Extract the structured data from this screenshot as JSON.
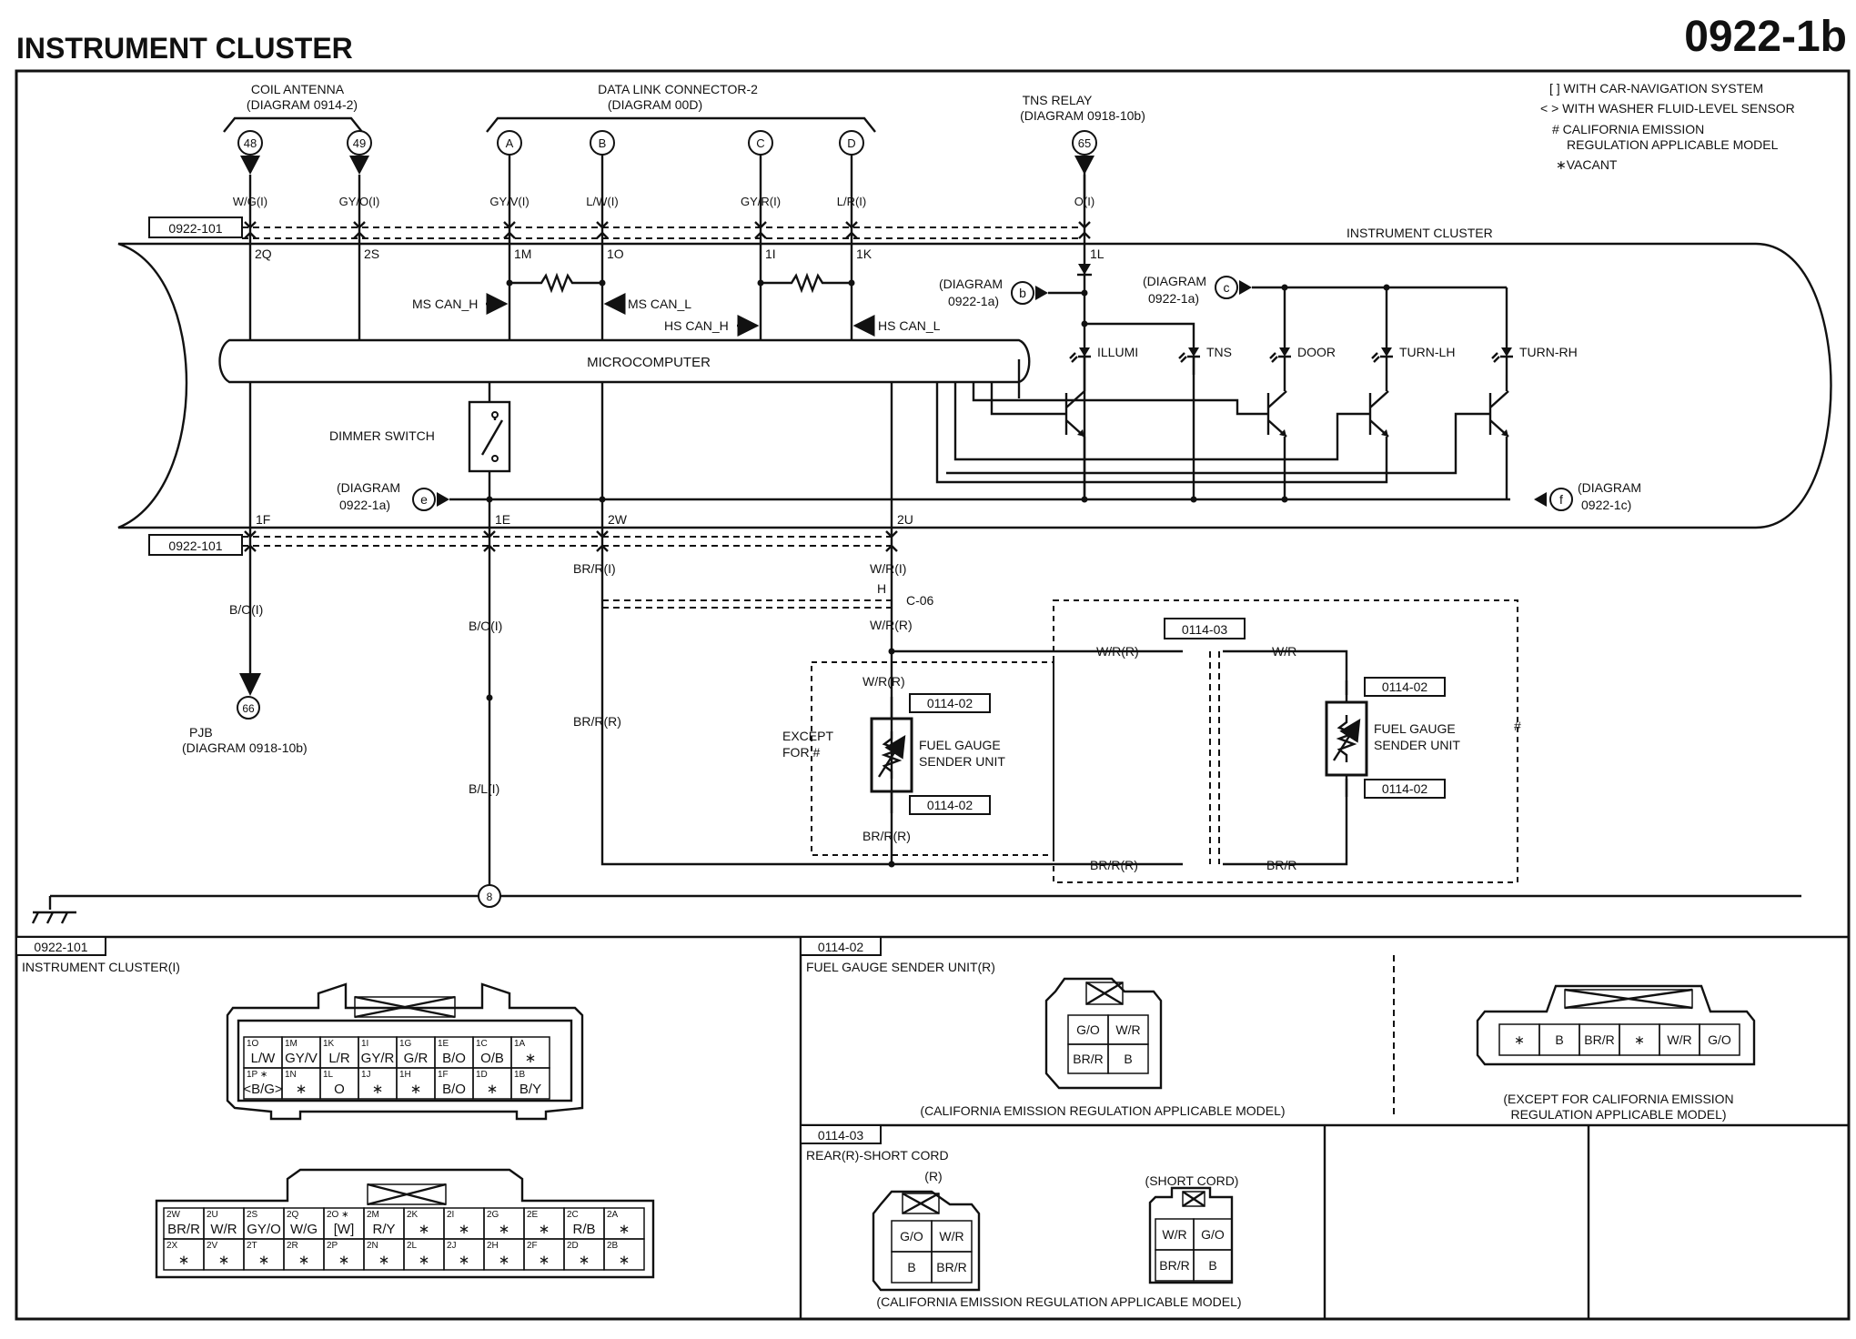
{
  "title": "INSTRUMENT CLUSTER",
  "page_number": "0922-1b",
  "legend": [
    "[ ] WITH CAR-NAVIGATION SYSTEM",
    "< > WITH WASHER FLUID-LEVEL SENSOR",
    "# CALIFORNIA EMISSION",
    "REGULATION APPLICABLE MODEL",
    "∗VACANT"
  ],
  "top_refs": {
    "coil_antenna": [
      "COIL ANTENNA",
      "(DIAGRAM 0914-2)"
    ],
    "dlc2": [
      "DATA LINK CONNECTOR-2",
      "(DIAGRAM 00D)"
    ],
    "tns_relay": [
      "TNS RELAY",
      "(DIAGRAM 0918-10b)"
    ]
  },
  "terminals_top": [
    {
      "sym": "48",
      "wire": "W/G(I)",
      "pin": "2Q"
    },
    {
      "sym": "49",
      "wire": "GY/O(I)",
      "pin": "2S"
    },
    {
      "sym": "A",
      "wire": "GY/V(I)",
      "pin": "1M"
    },
    {
      "sym": "B",
      "wire": "L/W(I)",
      "pin": "1O"
    },
    {
      "sym": "C",
      "wire": "GY/R(I)",
      "pin": "1I"
    },
    {
      "sym": "D",
      "wire": "L/R(I)",
      "pin": "1K"
    },
    {
      "sym": "65",
      "wire": "O(I)",
      "pin": "1L"
    }
  ],
  "connector_tag_cluster": "0922-101",
  "cluster_label": "INSTRUMENT CLUSTER",
  "microcomputer": "MICROCOMPUTER",
  "dimmer_switch": "DIMMER SWITCH",
  "can": {
    "ms_h": "MS CAN_H",
    "ms_l": "MS CAN_L",
    "hs_h": "HS CAN_H",
    "hs_l": "HS CAN_L"
  },
  "lamps": [
    "ILLUMI",
    "TNS",
    "DOOR",
    "TURN-LH",
    "TURN-RH"
  ],
  "diag_refs": {
    "b": [
      "(DIAGRAM",
      "0922-1a)"
    ],
    "c": [
      "(DIAGRAM",
      "0922-1a)"
    ],
    "e": [
      "(DIAGRAM",
      "0922-1a)"
    ],
    "f": [
      "(DIAGRAM",
      "0922-1c)"
    ]
  },
  "sym_b": "b",
  "sym_c": "c",
  "sym_e": "e",
  "sym_f": "f",
  "bottom_pins": [
    "1F",
    "1E",
    "2W",
    "2U"
  ],
  "bottom_wires": {
    "bo1": "B/O(I)",
    "bo2": "B/O(I)",
    "brr1": "BR/R(I)",
    "wr1": "W/R(I)",
    "h": "H",
    "c06": "C-06",
    "wrr": "W/R(R)",
    "brrr": "BR/R(R)",
    "bl": "B/L(I)",
    "wrr2": "W/R(R)",
    "brrr2": "BR/R(R)",
    "wrr3": "W/R(R)",
    "wr": "W/R",
    "brrr3": "BR/R(R)",
    "brr": "BR/R"
  },
  "pjb": [
    "PJB",
    "(DIAGRAM 0918-10b)"
  ],
  "sym_66": "66",
  "sym_8": "8",
  "except_for": [
    "EXCEPT",
    "FOR #"
  ],
  "hash": "#",
  "fuel_gauge": [
    "FUEL GAUGE",
    "SENDER UNIT"
  ],
  "conn_0114_02": "0114-02",
  "conn_0114_03": "0114-03",
  "panels": {
    "p1_tag": "0922-101",
    "p1_title": "INSTRUMENT CLUSTER(I)",
    "p2_tag": "0114-02",
    "p2_title": "FUEL GAUGE SENDER UNIT(R)",
    "p2_cal": "(CALIFORNIA EMISSION REGULATION APPLICABLE MODEL)",
    "p2_except": [
      "(EXCEPT FOR CALIFORNIA EMISSION",
      "REGULATION APPLICABLE MODEL)"
    ],
    "p3_tag": "0114-03",
    "p3_title": "REAR(R)-SHORT CORD",
    "p3_r": "(R)",
    "p3_short": "(SHORT CORD)",
    "p3_cal": "(CALIFORNIA EMISSION REGULATION APPLICABLE MODEL)"
  },
  "cluster_conn1": {
    "row1": [
      [
        "1O",
        "L/W"
      ],
      [
        "1M",
        "GY/V"
      ],
      [
        "1K",
        "L/R"
      ],
      [
        "1I",
        "GY/R"
      ],
      [
        "1G",
        "G/R"
      ],
      [
        "1E",
        "B/O"
      ],
      [
        "1C",
        "O/B"
      ],
      [
        "1A",
        "∗"
      ]
    ],
    "row2": [
      [
        "1P ∗",
        "<B/G>"
      ],
      [
        "1N",
        "∗"
      ],
      [
        "1L",
        "O"
      ],
      [
        "1J",
        "∗"
      ],
      [
        "1H",
        "∗"
      ],
      [
        "1F",
        "B/O"
      ],
      [
        "1D",
        "∗"
      ],
      [
        "1B",
        "B/Y"
      ]
    ]
  },
  "cluster_conn2": {
    "row1": [
      [
        "2W",
        "BR/R"
      ],
      [
        "2U",
        "W/R"
      ],
      [
        "2S",
        "GY/O"
      ],
      [
        "2Q",
        "W/G"
      ],
      [
        "2O ∗",
        "[W]"
      ],
      [
        "2M",
        "R/Y"
      ],
      [
        "2K",
        "∗"
      ],
      [
        "2I",
        "∗"
      ],
      [
        "2G",
        "∗"
      ],
      [
        "2E",
        "∗"
      ],
      [
        "2C",
        "R/B"
      ],
      [
        "2A",
        "∗"
      ]
    ],
    "row2": [
      [
        "2X",
        "∗"
      ],
      [
        "2V",
        "∗"
      ],
      [
        "2T",
        "∗"
      ],
      [
        "2R",
        "∗"
      ],
      [
        "2P",
        "∗"
      ],
      [
        "2N",
        "∗"
      ],
      [
        "2L",
        "∗"
      ],
      [
        "2J",
        "∗"
      ],
      [
        "2H",
        "∗"
      ],
      [
        "2F",
        "∗"
      ],
      [
        "2D",
        "∗"
      ],
      [
        "2B",
        "∗"
      ]
    ]
  },
  "fuel_conn_cal": [
    [
      "G/O",
      "W/R"
    ],
    [
      "BR/R",
      "B"
    ]
  ],
  "fuel_conn_except": [
    "∗",
    "B",
    "BR/R",
    "∗",
    "W/R",
    "G/O"
  ],
  "cord_r": [
    [
      "G/O",
      "W/R"
    ],
    [
      "B",
      "BR/R"
    ]
  ],
  "cord_short": [
    [
      "W/R",
      "G/O"
    ],
    [
      "BR/R",
      "B"
    ]
  ]
}
